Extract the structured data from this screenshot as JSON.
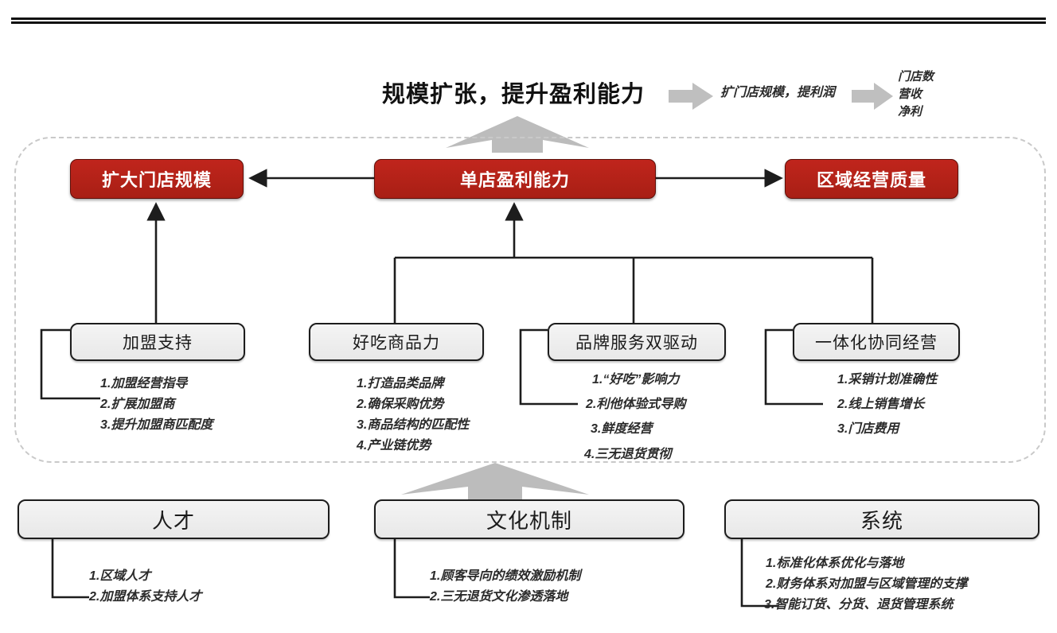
{
  "headline": {
    "title": "规模扩张，提升盈利能力",
    "step1": "扩门店规模，提利润",
    "step2_line1": "门店数",
    "step2_line2": "营收",
    "step2_line3": "净利",
    "arrow1_icon": "right-arrow-icon",
    "arrow2_icon": "right-arrow-icon"
  },
  "top_arrow_icon": "up-arrow-icon",
  "bottom_arrow_icon": "up-arrow-icon",
  "colors": {
    "red_box": "#b3231a",
    "red_border": "#5e0f09",
    "gray_box": "#eeeeee",
    "gray_arrow": "#bcbcbc",
    "dashed_border": "#c9c9c9",
    "wire": "#1d1d1d"
  },
  "red_boxes": [
    {
      "label": "扩大门店规模"
    },
    {
      "label": "单店盈利能力"
    },
    {
      "label": "区域经营质量"
    }
  ],
  "pillars": [
    {
      "label": "加盟支持",
      "items": [
        "1.加盟经营指导",
        "2.扩展加盟商",
        "3.提升加盟商匹配度"
      ]
    },
    {
      "label": "好吃商品力",
      "items": [
        "1.打造品类品牌",
        "2.确保采购优势",
        "3.商品结构的匹配性",
        "4.产业链优势"
      ]
    },
    {
      "label": "品牌服务双驱动",
      "items": [
        "1.“好吃”影响力",
        "2.利他体验式导购",
        "3.鲜度经营",
        "4.三无退货贯彻"
      ]
    },
    {
      "label": "一体化协同经营",
      "items": [
        "1.采销计划准确性",
        "2.线上销售增长",
        "3.门店费用"
      ]
    }
  ],
  "foundations": [
    {
      "label": "人才",
      "items": [
        "1.区域人才",
        "2.加盟体系支持人才"
      ]
    },
    {
      "label": "文化机制",
      "items": [
        "1.顾客导向的绩效激励机制",
        "2.三无退货文化渗透落地"
      ]
    },
    {
      "label": "系统",
      "items": [
        "1.标准化体系优化与落地",
        "2.财务体系对加盟与区域管理的支撑",
        "3.智能订货、分货、退货管理系统"
      ]
    }
  ]
}
